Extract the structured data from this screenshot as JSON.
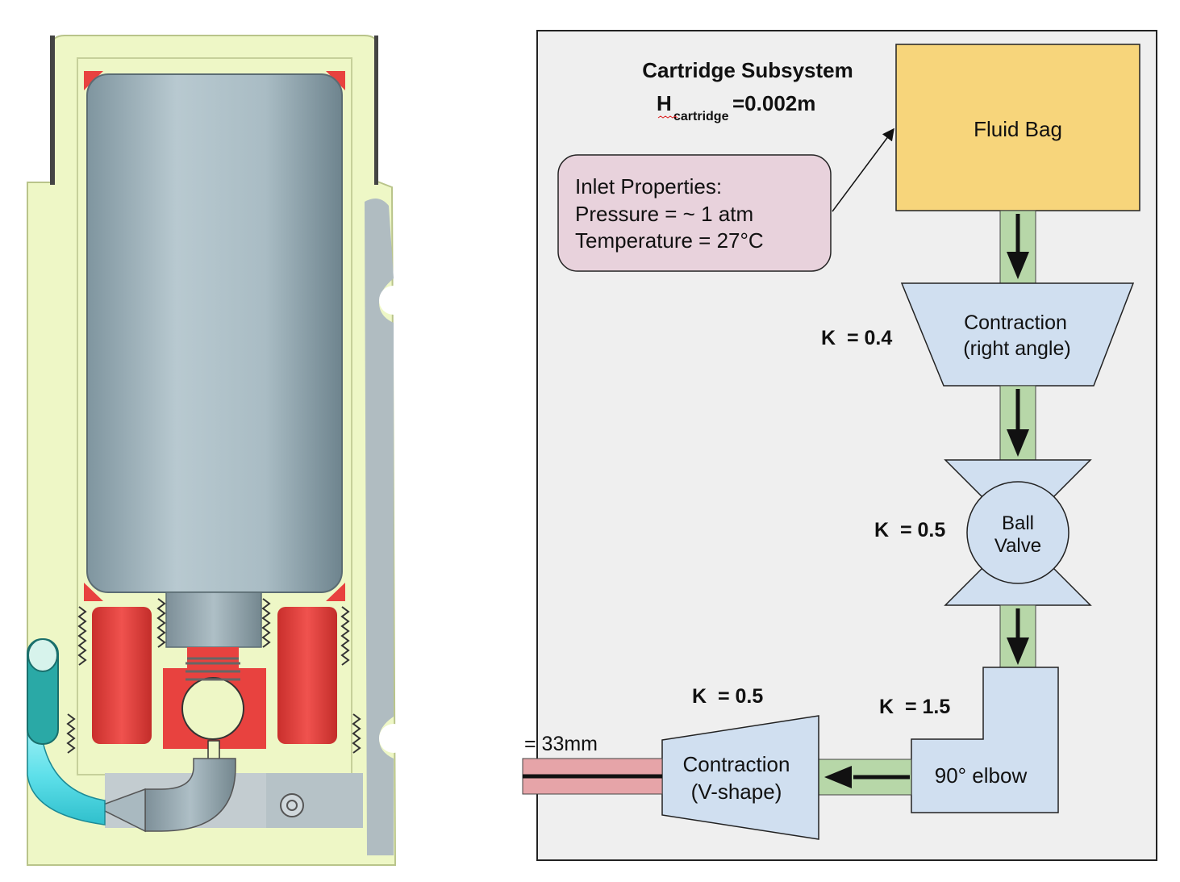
{
  "diagram": {
    "title": "Cartridge Subsystem",
    "height_var": "H",
    "height_sub": "cartridge",
    "height_value": "=0.002m",
    "inlet": {
      "line1": "Inlet Properties:",
      "line2": "Pressure = ~ 1 atm",
      "line3": "Temperature = 27°C"
    },
    "fluid_bag": "Fluid Bag",
    "contraction_right": {
      "line1": "Contraction",
      "line2": "(right angle)",
      "k": "K  = 0.4"
    },
    "ball_valve": {
      "line1": "Ball",
      "line2": "Valve",
      "k": "K  = 0.5"
    },
    "elbow": {
      "label": "90° elbow",
      "k": "K  = 1.5"
    },
    "contraction_v": {
      "line1": "Contraction",
      "line2": "(V-shape)",
      "k": "K  = 0.5"
    },
    "outlet_dim": "= 33mm"
  },
  "colors": {
    "panel_bg": "#efefef",
    "fluid_bag": "#f7d57b",
    "component": "#d0dff0",
    "inlet_box": "#e8d2dc",
    "pipe": "#b7d7a8",
    "outlet_pipe": "#e6a4a8",
    "cad_body": "#eef7c6",
    "cad_cylinder": "#9fb2bb",
    "cad_red": "#e8423f",
    "cad_green": "#2ecc8a"
  }
}
